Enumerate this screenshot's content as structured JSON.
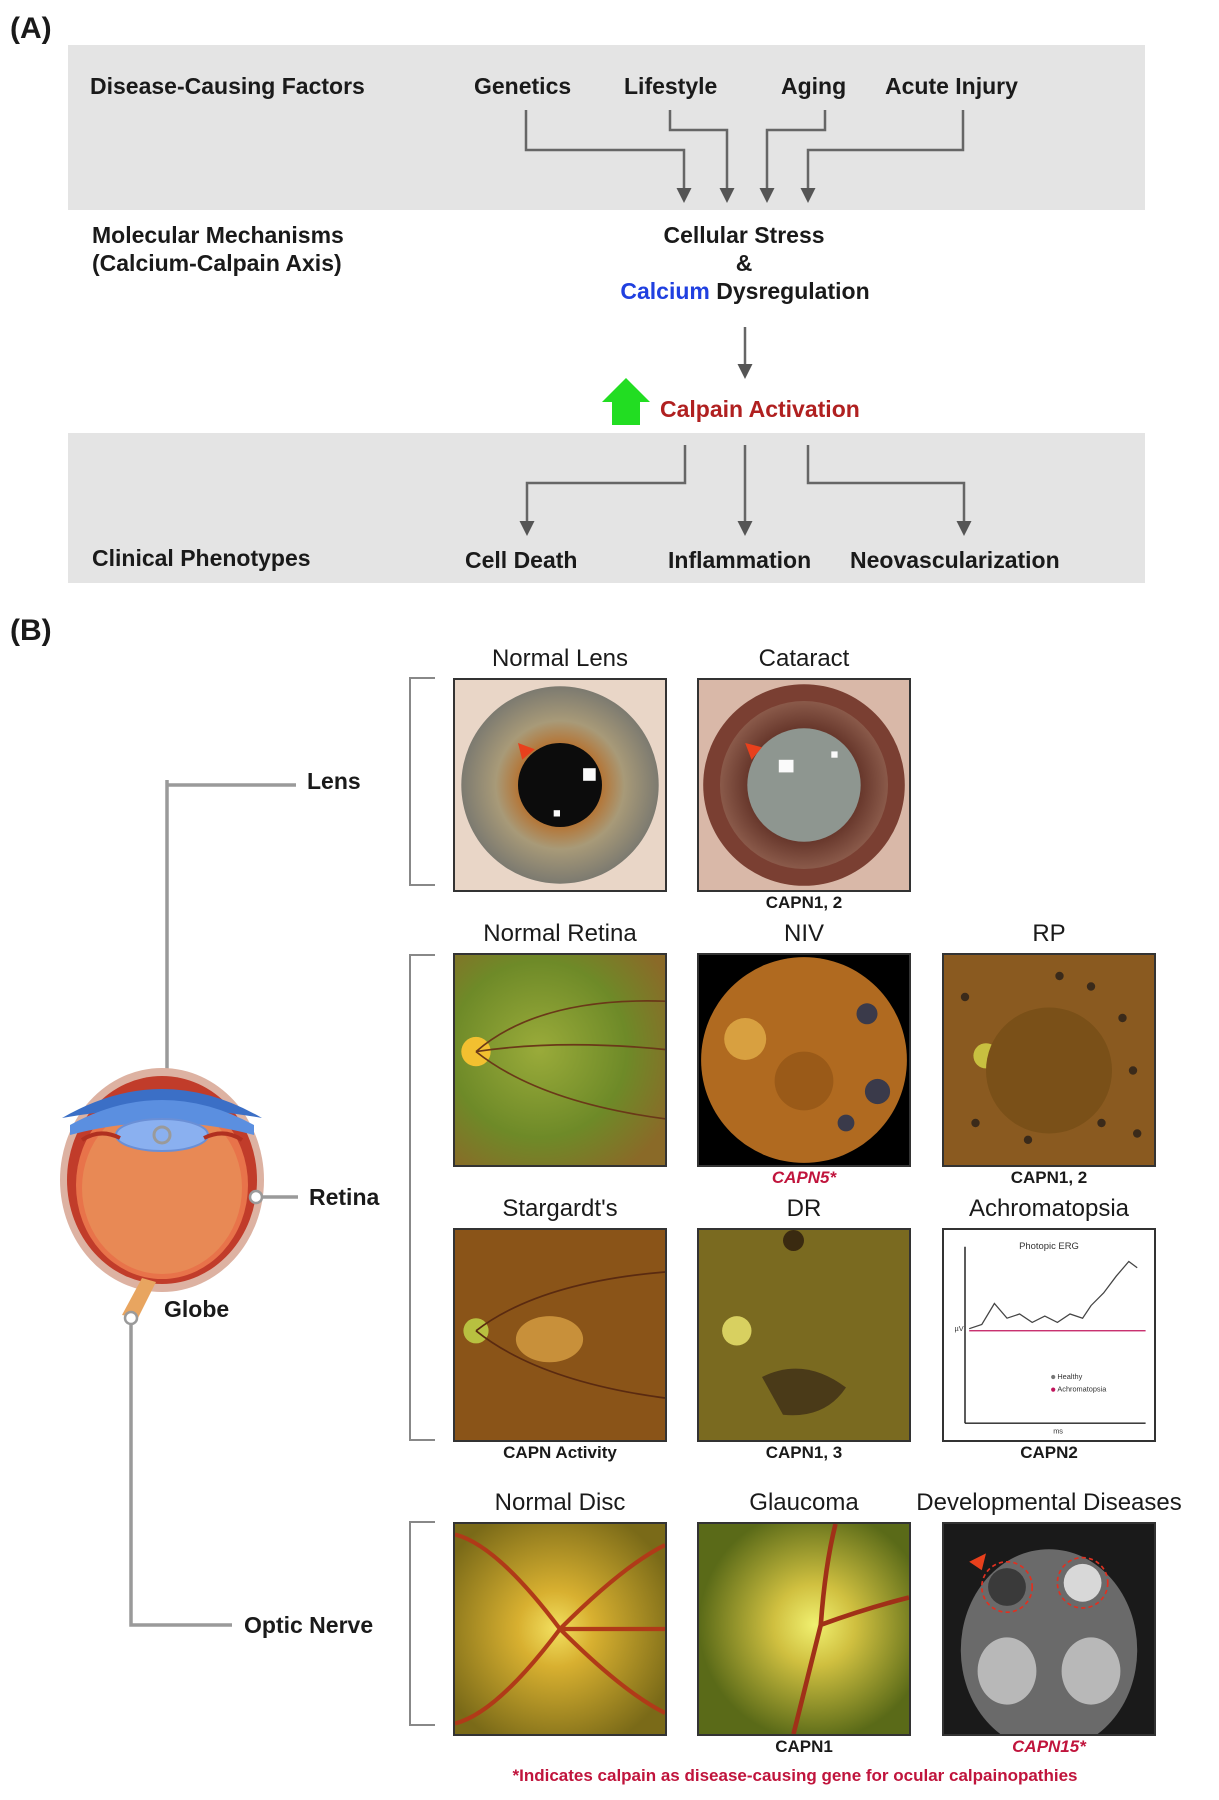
{
  "panel_a": {
    "letter": "(A)",
    "rows": {
      "factors_label": "Disease-Causing Factors",
      "mechanisms_label_line1": "Molecular Mechanisms",
      "mechanisms_label_line2": "(Calcium-Calpain Axis)",
      "phenotypes_label": "Clinical Phenotypes"
    },
    "factors": [
      "Genetics",
      "Lifestyle",
      "Aging",
      "Acute Injury"
    ],
    "stress_line1": "Cellular Stress",
    "stress_line2": "&",
    "stress_calcium": "Calcium",
    "stress_dysregulation": " Dysregulation",
    "activation": "Calpain Activation",
    "phenotypes": [
      "Cell Death",
      "Inflammation",
      "Neovascularization"
    ],
    "colors": {
      "calcium": "#2040e0",
      "activation": "#b02020",
      "up_arrow": "#22dd22",
      "band": "#e4e4e4"
    }
  },
  "panel_b": {
    "letter": "(B)",
    "anatomy": {
      "lens": "Lens",
      "retina": "Retina",
      "globe": "Globe",
      "optic_nerve": "Optic Nerve"
    },
    "images": {
      "normal_lens": {
        "title": "Normal Lens",
        "gene": ""
      },
      "cataract": {
        "title": "Cataract",
        "gene": "CAPN1, 2"
      },
      "normal_retina": {
        "title": "Normal Retina",
        "gene": ""
      },
      "niv": {
        "title": "NIV",
        "gene": "CAPN5*"
      },
      "rp": {
        "title": "RP",
        "gene": "CAPN1, 2"
      },
      "stargardt": {
        "title": "Stargardt's",
        "gene": "CAPN Activity"
      },
      "dr": {
        "title": "DR",
        "gene": "CAPN1, 3"
      },
      "achromatopsia": {
        "title": "Achromatopsia",
        "gene": "CAPN2"
      },
      "normal_disc": {
        "title": "Normal Disc",
        "gene": ""
      },
      "glaucoma": {
        "title": "Glaucoma",
        "gene": "CAPN1"
      },
      "developmental": {
        "title": "Developmental Diseases",
        "gene": "CAPN15*"
      }
    },
    "erg": {
      "title": "Photopic ERG",
      "ylabel": "µV",
      "xlabel": "ms",
      "legend": [
        "Healthy",
        "Achromatopsia"
      ]
    },
    "footnote": "*Indicates calpain as disease-causing gene for ocular calpainopathies",
    "colors": {
      "gene_red": "#c0143c",
      "arrowhead": "#e8401c"
    }
  }
}
